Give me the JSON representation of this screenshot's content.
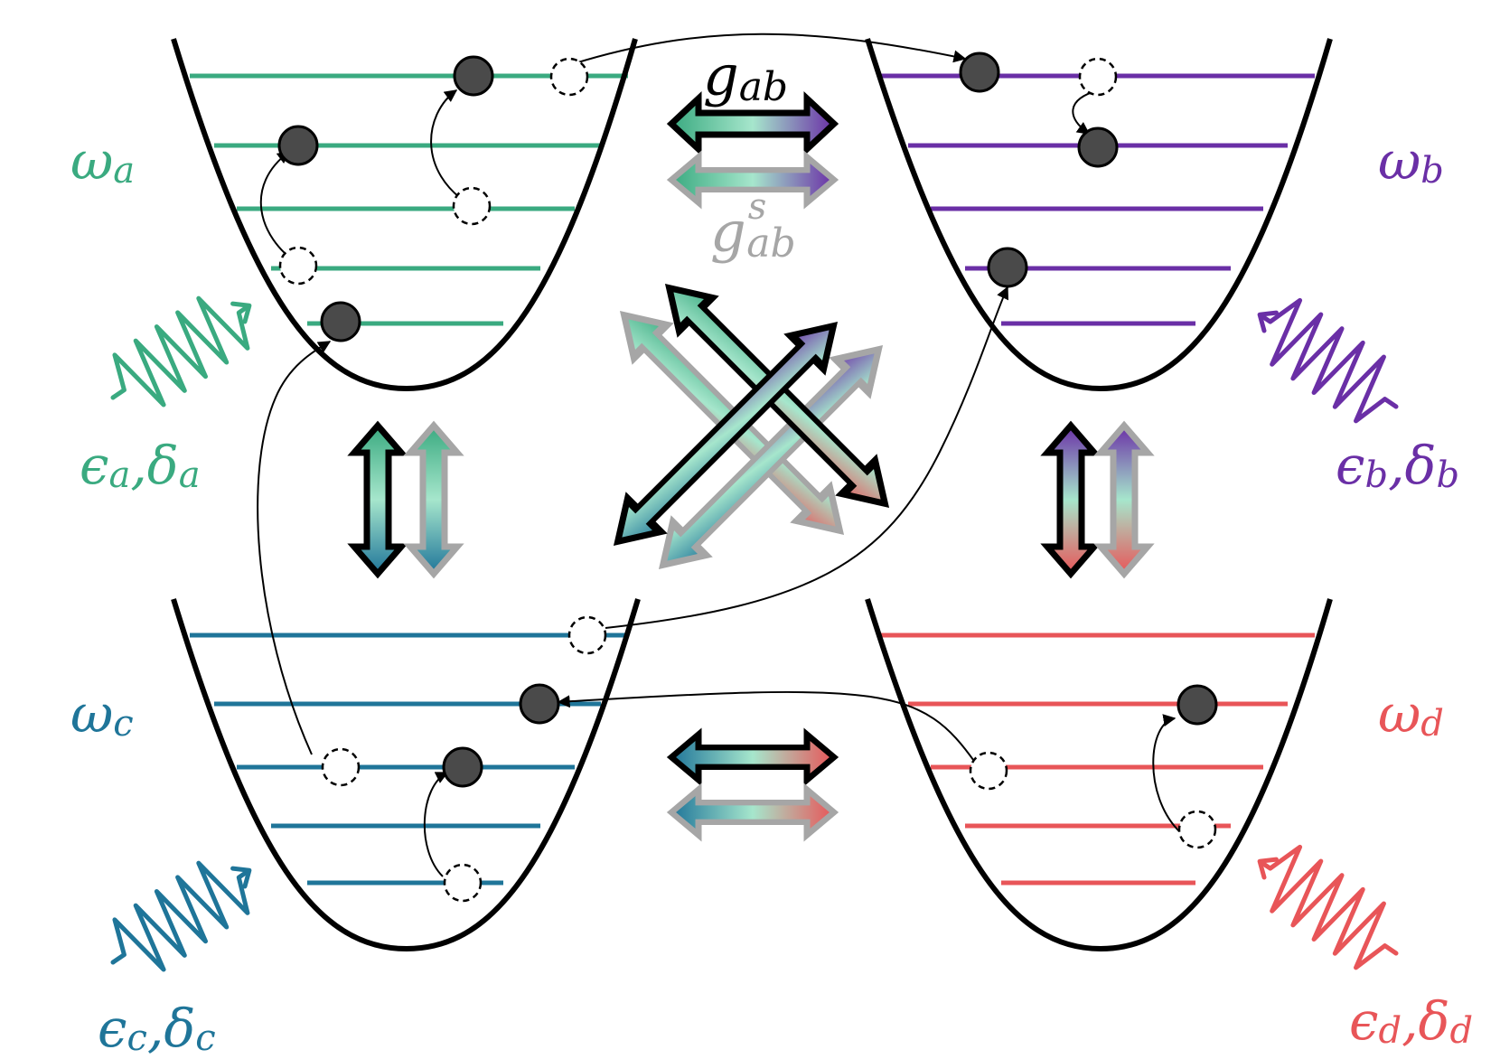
{
  "colors": {
    "a": "#3aaa80",
    "b": "#6a2fa6",
    "c": "#1f7599",
    "d": "#e85558",
    "line": "#000000",
    "gray": "#a6a6a6",
    "mint": "#a6e6cc",
    "particle": "#4a4a4a"
  },
  "wells": {
    "a": {
      "label_main": "ω",
      "label_sub": "a",
      "drive_main1": "ϵ",
      "drive_sub1": "a",
      "drive_sep": ",",
      "drive_main2": "δ",
      "drive_sub2": "a"
    },
    "b": {
      "label_main": "ω",
      "label_sub": "b",
      "drive_main1": "ϵ",
      "drive_sub1": "b",
      "drive_sep": ",",
      "drive_main2": "δ",
      "drive_sub2": "b"
    },
    "c": {
      "label_main": "ω",
      "label_sub": "c",
      "drive_main1": "ϵ",
      "drive_sub1": "c",
      "drive_sep": ",",
      "drive_main2": "δ",
      "drive_sub2": "c"
    },
    "d": {
      "label_main": "ω",
      "label_sub": "d",
      "drive_main1": "ϵ",
      "drive_sub1": "d",
      "drive_sep": ",",
      "drive_main2": "δ",
      "drive_sub2": "d"
    }
  },
  "coupling": {
    "g_main": "g",
    "g_sub": "ab",
    "gs_main": "g",
    "gs_sup": "s",
    "gs_sub": "ab"
  },
  "icons": [
    "particle-icon",
    "hole-icon",
    "wavy-drive-icon",
    "double-arrow-icon"
  ]
}
